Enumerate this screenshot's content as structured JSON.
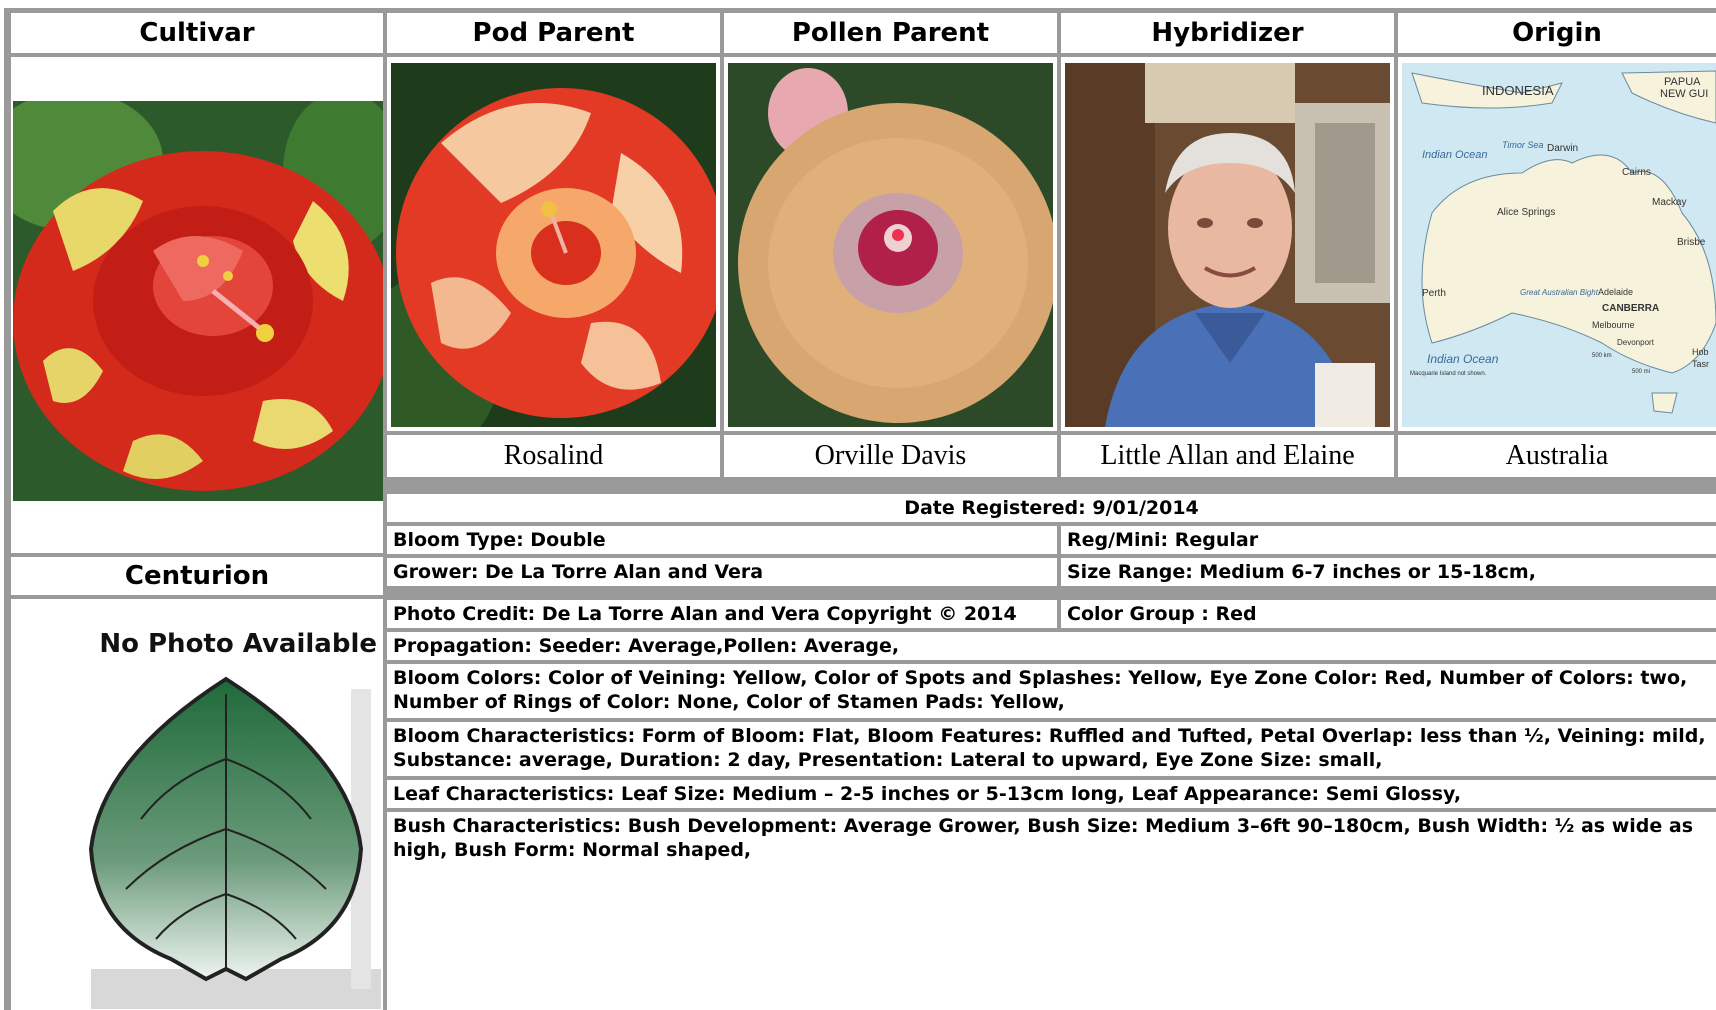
{
  "headers": {
    "cultivar": "Cultivar",
    "pod_parent": "Pod Parent",
    "pollen_parent": "Pollen Parent",
    "hybridizer": "Hybridizer",
    "origin": "Origin"
  },
  "names": {
    "pod_parent": "Rosalind",
    "pollen_parent": "Orville Davis",
    "hybridizer": "Little Allan and Elaine",
    "origin": "Australia"
  },
  "cultivar_name": "Centurion",
  "no_photo_text": "No Photo Available",
  "map_labels": {
    "indonesia": "INDONESIA",
    "papua": "PAPUA",
    "new_gui": "NEW GUI",
    "timor_sea": "Timor Sea",
    "darwin": "Darwin",
    "indian_ocean_1": "Indian Ocean",
    "cairns": "Cairns",
    "mackay": "Mackay",
    "alice_springs": "Alice Springs",
    "brisbane": "Brisbe",
    "perth": "Perth",
    "great_bight": "Great Australian Bight",
    "adelaide": "Adelaide",
    "canberra": "CANBERRA",
    "melbourne": "Melbourne",
    "devonport": "Devonport",
    "hobart": "Hob",
    "tasman": "Tasr",
    "indian_ocean_2": "Indian Ocean",
    "scale_km": "500 km",
    "scale_mi": "500 mi",
    "footnote": "Macquarie Island not shown."
  },
  "info": {
    "date_registered": "Date Registered:  9/01/2014",
    "bloom_type": "Bloom Type: Double",
    "reg_mini": "Reg/Mini: Regular",
    "grower": "Grower: De La Torre Alan and Vera",
    "size_range": "Size Range: Medium 6-7 inches or 15-18cm,",
    "photo_credit": "Photo Credit: De La Torre Alan and Vera Copyright © 2014",
    "color_group": "Color Group : Red",
    "propagation": "Propagation: Seeder: Average,Pollen: Average,",
    "bloom_colors": "Bloom Colors: Color of Veining: Yellow, Color of Spots and Splashes: Yellow, Eye Zone Color: Red, Number of Colors: two, Number of Rings of Color: None, Color of Stamen Pads: Yellow,",
    "bloom_characteristics": "Bloom Characteristics: Form of Bloom: Flat, Bloom Features: Ruffled and Tufted, Petal Overlap: less than ½, Veining: mild, Substance: average, Duration: 2 day, Presentation: Lateral to upward, Eye Zone Size: small,",
    "leaf_characteristics": "Leaf Characteristics: Leaf Size: Medium – 2-5 inches or 5-13cm long, Leaf Appearance: Semi Glossy,",
    "bush_characteristics": "Bush Characteristics: Bush Development: Average Grower, Bush Size: Medium 3–6ft 90–180cm, Bush Width: ½ as wide as high, Bush Form: Normal shaped,"
  },
  "colors": {
    "border_gray": "#9a9a9a",
    "hibiscus_red": "#d8221b",
    "hibiscus_yellow": "#f0e070",
    "peach_flower": "#d8a870",
    "map_water": "#cfe8f2",
    "map_land": "#f6f2dc"
  }
}
